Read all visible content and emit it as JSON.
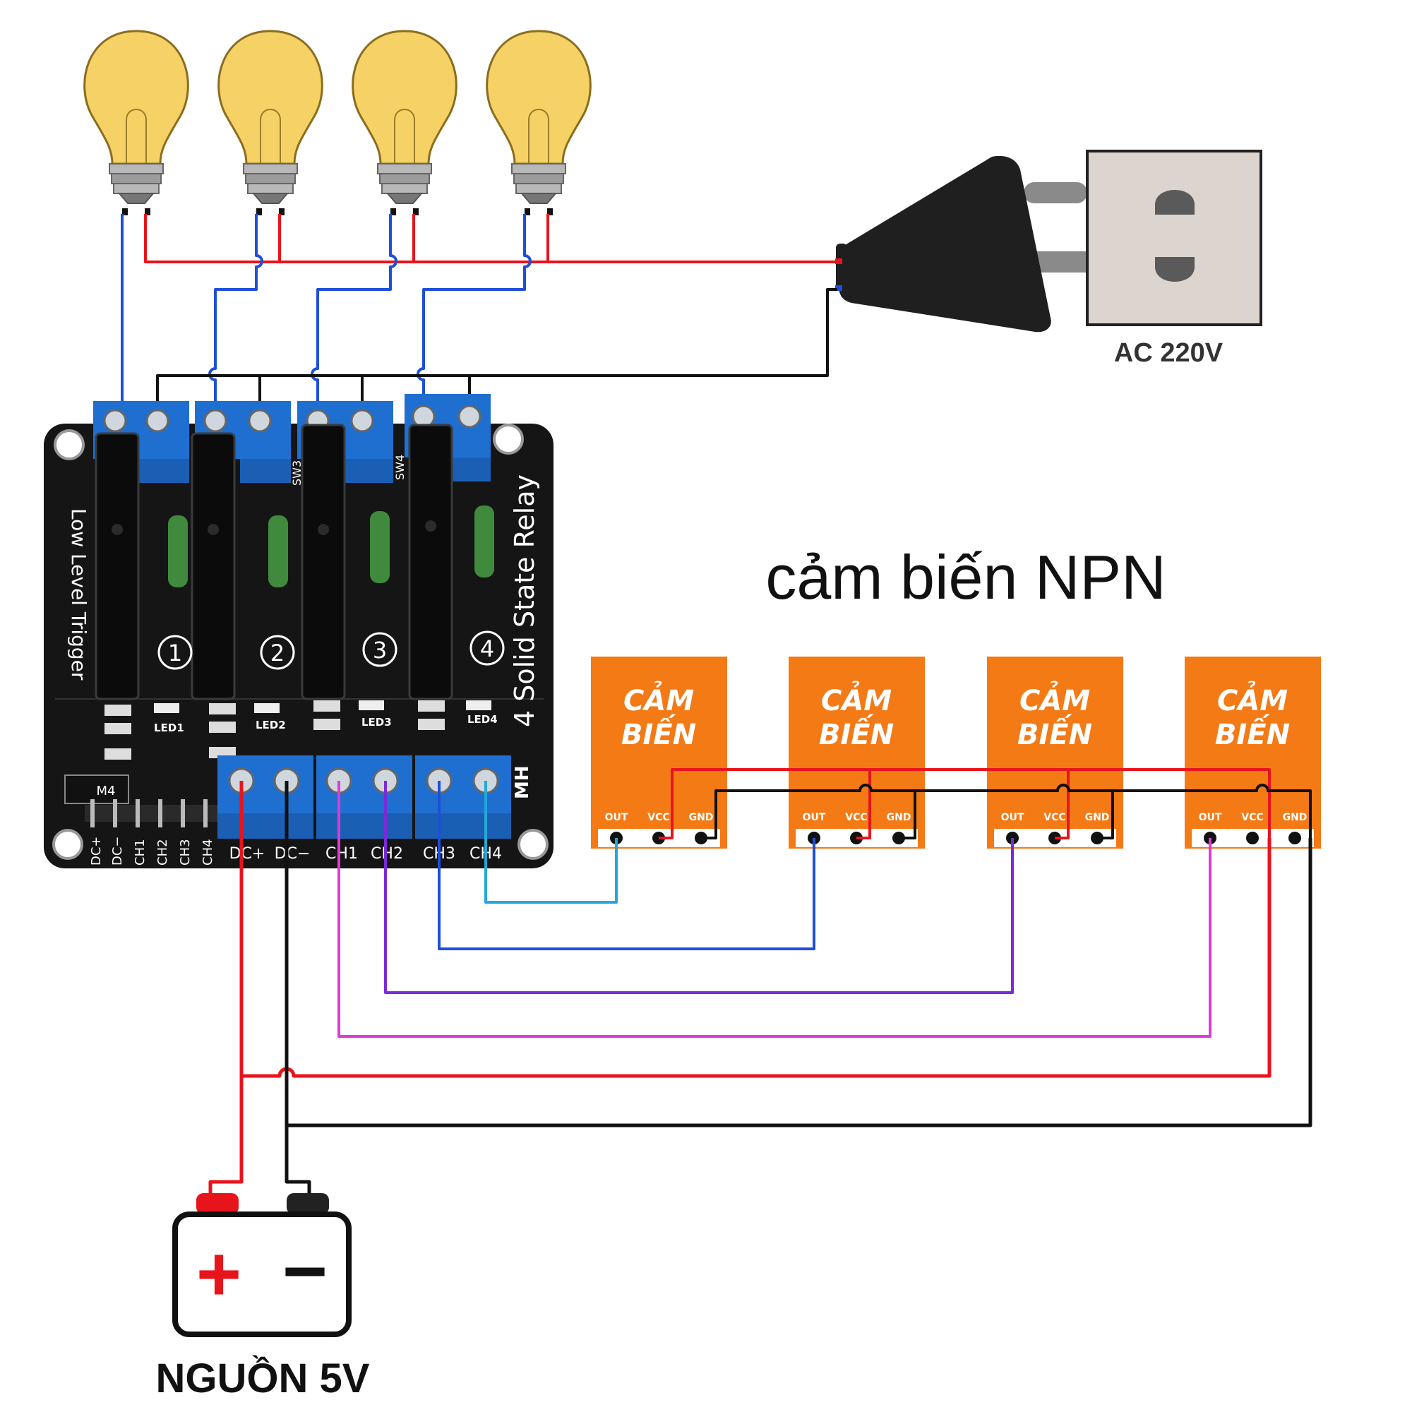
{
  "diagram": {
    "title": "cảm biến NPN",
    "ac_label": "AC 220V",
    "power_label": "NGUỒN 5V",
    "battery": {
      "plus_symbol": "+",
      "minus_symbol": "−"
    },
    "board": {
      "name": "4 Solid State Relay",
      "side_label": "Low Level Trigger",
      "brand": "MH",
      "channel_numbers": [
        "1",
        "2",
        "3",
        "4"
      ],
      "sw_labels": [
        "SW3",
        "SW4"
      ],
      "led_labels": [
        "LED1",
        "LED2",
        "LED3",
        "LED4"
      ],
      "bottom_terminals": [
        "DC+",
        "DC−",
        "CH1",
        "CH2",
        "CH3",
        "CH4"
      ],
      "header_pins": [
        "DC+",
        "DC−",
        "CH1",
        "CH2",
        "CH3",
        "CH4"
      ],
      "chip_label": "M4"
    },
    "sensors": [
      {
        "line1": "CẢM",
        "line2": "BIẾN",
        "pins": [
          "OUT",
          "VCC",
          "GND"
        ]
      },
      {
        "line1": "CẢM",
        "line2": "BIẾN",
        "pins": [
          "OUT",
          "VCC",
          "GND"
        ]
      },
      {
        "line1": "CẢM",
        "line2": "BIẾN",
        "pins": [
          "OUT",
          "VCC",
          "GND"
        ]
      },
      {
        "line1": "CẢM",
        "line2": "BIẾN",
        "pins": [
          "OUT",
          "VCC",
          "GND"
        ]
      }
    ],
    "colors": {
      "sensor_orange": "#f47a16",
      "wire_red": "#e8141c",
      "wire_black": "#111111",
      "wire_blue": "#1f4fd8",
      "wire_cyan": "#22a8d8",
      "wire_purple": "#7a2bd8",
      "wire_magenta": "#e03ad8",
      "terminal_blue": "#1e6fd0",
      "board_black": "#151515",
      "bulb_yellow": "#f6d266"
    }
  }
}
